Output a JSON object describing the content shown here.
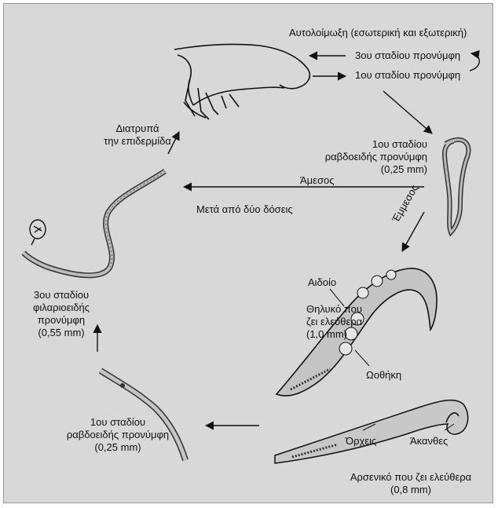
{
  "colors": {
    "background": "#d8d8d8",
    "ink": "#111111",
    "worm_fill": "#bdbdbd"
  },
  "labels": {
    "autoinfection": "Αυτολοίμωξη (εσωτερική και εξωτερική)",
    "l3_larva": "3ου σταδίου προνύμφη",
    "l1_larva": "1ου σταδίου προνύμφη",
    "rhabditiform_top": [
      "1ου σταδίου",
      "ραβδοειδής προνύμφη",
      "(0,25 mm)"
    ],
    "direct": "Άμεσος",
    "after_two_doses": "Μετά από δύο δόσεις",
    "indirect": "Έμμεσος",
    "penetrates_skin": [
      "Διατρυπά",
      "την επιδερμίδα"
    ],
    "filariform": [
      "3ου σταδίου",
      "φιλαριοειδής",
      "προνύμφη",
      "(0,55 mm)"
    ],
    "vulva": "Αιδοίο",
    "free_living_female": [
      "Θηλυκό που",
      "ζει ελεύθερα",
      "(1,0 mm)"
    ],
    "ovary": "Ωοθήκη",
    "rhabditiform_bottom": [
      "1ου σταδίου",
      "ραβδοειδής προνύμφη",
      "(0,25 mm)"
    ],
    "testes": "Όρχεις",
    "spicules": "Άκανθες",
    "free_living_male": [
      "Αρσενικό που ζει ελεύθερα",
      "(0,8 mm)"
    ]
  }
}
